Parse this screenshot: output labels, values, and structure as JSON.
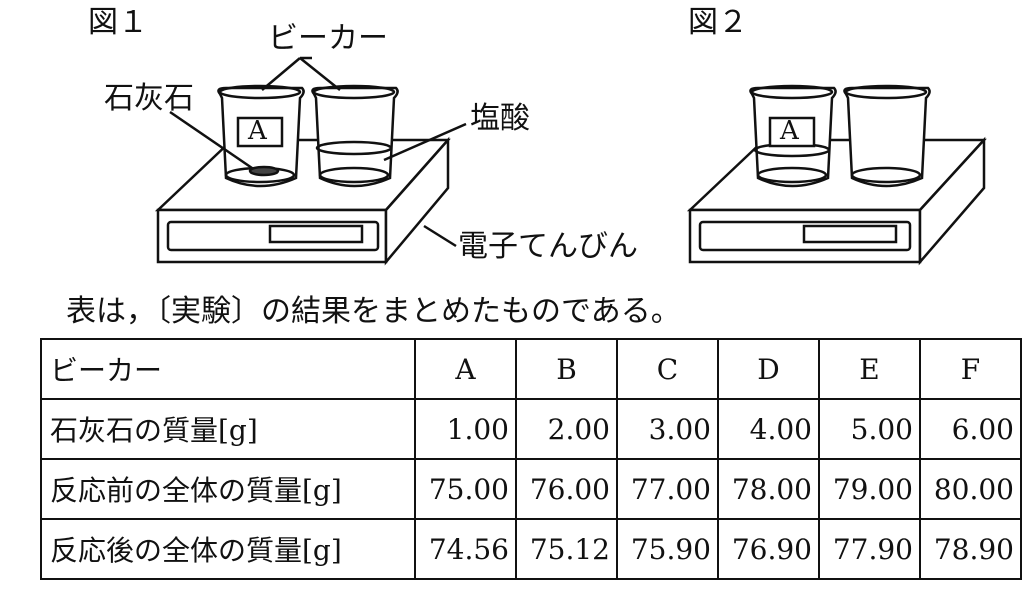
{
  "figure1": {
    "label": "図１",
    "beaker_label": "ビーカー",
    "limestone_label": "石灰石",
    "hcl_label": "塩酸",
    "balance_label": "電子てんびん",
    "beaker_tag": "A"
  },
  "figure2": {
    "label": "図２",
    "beaker_tag": "A"
  },
  "caption": "表は，〔実験〕の結果をまとめたものである。",
  "table": {
    "header_label": "ビーカー",
    "columns": [
      "A",
      "B",
      "C",
      "D",
      "E",
      "F"
    ],
    "rows": [
      {
        "label": "石灰石の質量[g]",
        "values": [
          "1.00",
          "2.00",
          "3.00",
          "4.00",
          "5.00",
          "6.00"
        ]
      },
      {
        "label": "反応前の全体の質量[g]",
        "values": [
          "75.00",
          "76.00",
          "77.00",
          "78.00",
          "79.00",
          "80.00"
        ]
      },
      {
        "label": "反応後の全体の質量[g]",
        "values": [
          "74.56",
          "75.12",
          "75.90",
          "76.90",
          "77.90",
          "78.90"
        ]
      }
    ]
  }
}
